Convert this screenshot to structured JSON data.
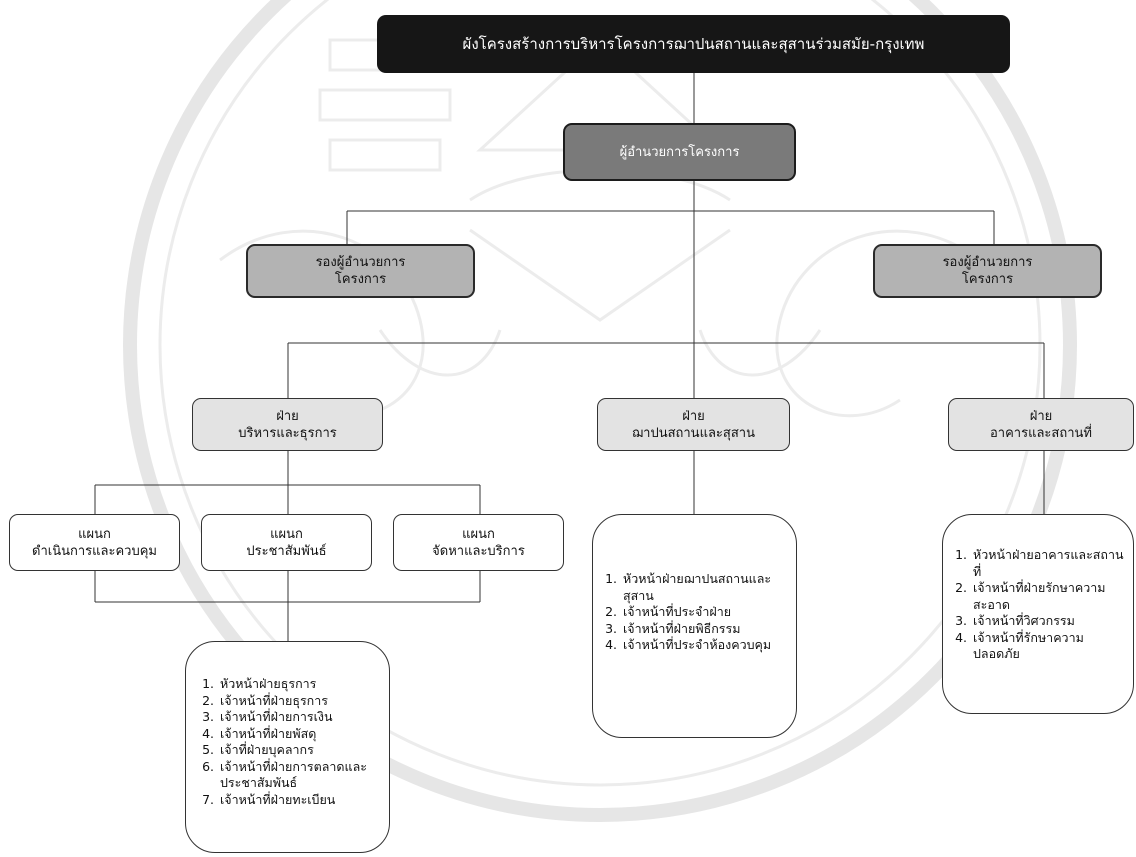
{
  "title": "ผังโครงสร้างการบริหารโครงการฌาปนสถานและสุสานร่วมสมัย-กรุงเทพ",
  "director": "ผู้อำนวยการโครงการ",
  "deputies": [
    {
      "line1": "รองผู้อำนวยการ",
      "line2": "โครงการ"
    },
    {
      "line1": "รองผู้อำนวยการ",
      "line2": "โครงการ"
    }
  ],
  "departments": [
    {
      "line1": "ฝ่าย",
      "line2": "บริหารและธุรการ"
    },
    {
      "line1": "ฝ่าย",
      "line2": "ฌาปนสถานและสุสาน"
    },
    {
      "line1": "ฝ่าย",
      "line2": "อาคารและสถานที่"
    }
  ],
  "sections": [
    {
      "line1": "แผนก",
      "line2": "ดำเนินการและควบคุม"
    },
    {
      "line1": "แผนก",
      "line2": "ประชาสัมพันธ์"
    },
    {
      "line1": "แผนก",
      "line2": "จัดหาและบริการ"
    }
  ],
  "staff_admin": [
    "หัวหน้าฝ่ายธุรการ",
    "เจ้าหน้าที่ฝ่ายธุรการ",
    "เจ้าหน้าที่ฝ่ายการเงิน",
    "เจ้าหน้าที่ฝ่ายพัสดุ",
    "เจ้าที่ฝ่ายบุคลากร",
    "เจ้าหน้าที่ฝ่ายการตลาดและประชาสัมพันธ์",
    "เจ้าหน้าที่ฝ่ายทะเบียน"
  ],
  "staff_crematorium": [
    "หัวหน้าฝ่ายฌาปนสถานและสุสาน",
    "เจ้าหน้าที่ประจำฝ่าย",
    "เจ้าหน้าที่ฝ่ายพิธีกรรม",
    "เจ้าหน้าที่ประจำห้องควบคุม"
  ],
  "staff_building": [
    "หัวหน้าฝ่ายอาคารและสถานที่",
    "เจ้าหน้าที่ฝ่ายรักษาความสะอาด",
    "เจ้าหน้าที่วิศวกรรม",
    "เจ้าหน้าที่รักษาความปลอดภัย"
  ]
}
